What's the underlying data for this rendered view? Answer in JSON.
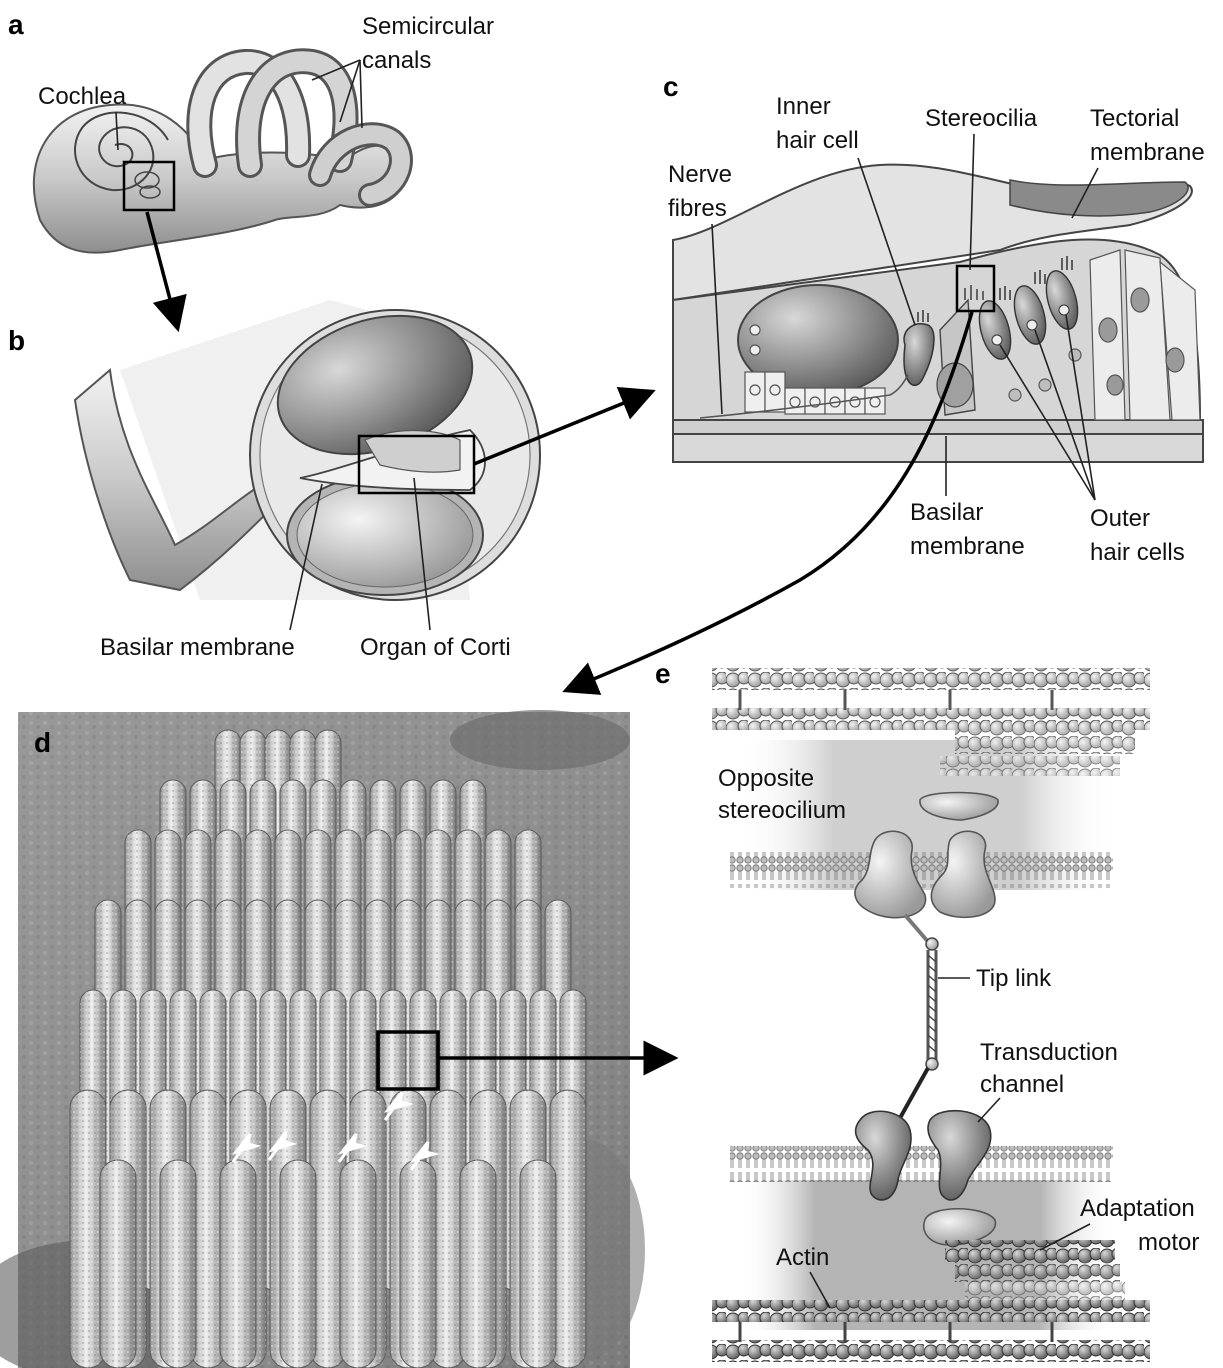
{
  "panels": {
    "a": "a",
    "b": "b",
    "c": "c",
    "d": "d",
    "e": "e"
  },
  "labels": {
    "a": {
      "cochlea": "Cochlea",
      "semicircular_1": "Semicircular",
      "semicircular_2": "canals"
    },
    "b": {
      "basilar_membrane": "Basilar membrane",
      "organ_of_corti": "Organ of Corti"
    },
    "c": {
      "inner_1": "Inner",
      "inner_2": "hair cell",
      "stereocilia": "Stereocilia",
      "tectorial_1": "Tectorial",
      "tectorial_2": "membrane",
      "nerve_1": "Nerve",
      "nerve_2": "fibres",
      "basilar_1": "Basilar",
      "basilar_2": "membrane",
      "outer_1": "Outer",
      "outer_2": "hair cells"
    },
    "e": {
      "opposite_1": "Opposite",
      "opposite_2": "stereocilium",
      "tip_link": "Tip link",
      "transduction_1": "Transduction",
      "transduction_2": "channel",
      "adaptation_1": "Adaptation",
      "adaptation_2": "motor",
      "actin": "Actin"
    }
  },
  "colors": {
    "ink": "#111111",
    "tissue_light": "#e4e4e4",
    "tissue_mid": "#b8b8b8",
    "tissue_dark": "#7a7a7a",
    "sem_bg": "#8c8c8c"
  }
}
